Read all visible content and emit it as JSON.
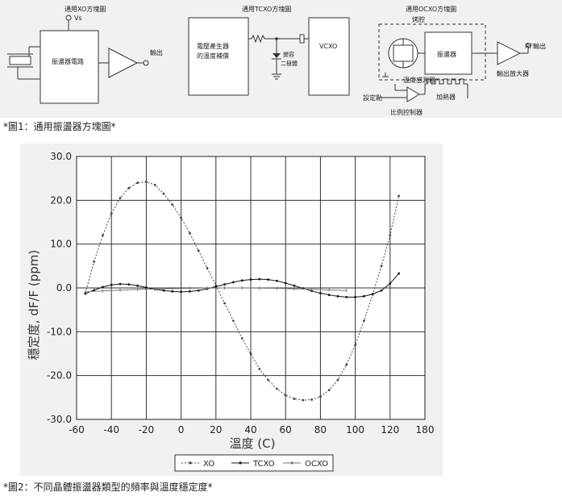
{
  "figure1": {
    "caption": "*圖1：通用振盪器方塊圖*",
    "xo": {
      "title": "通用XO方塊圖",
      "vs": "Vs",
      "oscillator": "振盪器電路",
      "output": "輸出"
    },
    "tcxo": {
      "title": "通用TCXO方塊圖",
      "generator_line1": "電壓產生器",
      "generator_line2": "的溫度補償",
      "varactor_line1": "變容",
      "varactor_line2": "二極體",
      "vcxo": "VCXO"
    },
    "ocxo": {
      "title": "通用OCXO方塊圖",
      "oven": "烤腔",
      "oscillator": "振盪器",
      "rf_output": "RF輸出",
      "output_amp": "輸出放大器",
      "temp_sensor": "溫度感測器",
      "heater": "加熱器",
      "setpoint": "設定點",
      "controller": "比例控制器"
    }
  },
  "figure2": {
    "caption": "*圖2：不同晶體振盪器類型的頻率與溫度穩定度*"
  },
  "chart_data": {
    "type": "line",
    "title": "",
    "xlabel": "溫度 (C)",
    "ylabel": "穩定度, dF/F (ppm)",
    "xlim": [
      -60,
      180
    ],
    "ylim": [
      -30,
      30
    ],
    "xticks": [
      "-60",
      "-40",
      "-20",
      "0",
      "20",
      "40",
      "60",
      "80",
      "100",
      "120",
      "180"
    ],
    "yticks": [
      "30.0",
      "20.0",
      "10.0",
      "0.0",
      "-10.0",
      "-20.0",
      "-30.0"
    ],
    "grid": true,
    "legend_position": "bottom",
    "series": [
      {
        "name": "XO",
        "color": "#444444",
        "x": [
          -55,
          -50,
          -45,
          -40,
          -35,
          -30,
          -25,
          -20,
          -15,
          -10,
          -5,
          0,
          5,
          10,
          15,
          20,
          25,
          30,
          35,
          40,
          45,
          50,
          55,
          60,
          65,
          70,
          75,
          80,
          85,
          90,
          95,
          100,
          105,
          110,
          115,
          120,
          125
        ],
        "y": [
          -1.2,
          6,
          12,
          17,
          20.5,
          22.8,
          24,
          24.2,
          23.5,
          21.5,
          19,
          16,
          12.5,
          8.5,
          4.5,
          0.5,
          -3.5,
          -7.5,
          -11.5,
          -15,
          -18.5,
          -21,
          -23,
          -24.5,
          -25.3,
          -25.6,
          -25.5,
          -24.8,
          -23.3,
          -21,
          -17.5,
          -13,
          -7.5,
          -1.5,
          5,
          12,
          21
        ]
      },
      {
        "name": "TCXO",
        "color": "#111111",
        "x": [
          -55,
          -50,
          -45,
          -40,
          -35,
          -30,
          -25,
          -20,
          -15,
          -10,
          -5,
          0,
          5,
          10,
          15,
          20,
          25,
          30,
          35,
          40,
          45,
          50,
          55,
          60,
          65,
          70,
          75,
          80,
          85,
          90,
          95,
          100,
          105,
          110,
          115,
          120,
          125
        ],
        "y": [
          -1.3,
          -0.5,
          0.2,
          0.7,
          0.9,
          0.8,
          0.5,
          0.1,
          -0.3,
          -0.6,
          -0.8,
          -0.9,
          -0.8,
          -0.6,
          -0.2,
          0.3,
          0.8,
          1.3,
          1.7,
          1.9,
          2.0,
          1.9,
          1.6,
          1.1,
          0.5,
          -0.1,
          -0.7,
          -1.2,
          -1.6,
          -1.9,
          -2.1,
          -2.1,
          -1.9,
          -1.4,
          -0.6,
          1.0,
          3.3
        ]
      },
      {
        "name": "OCXO",
        "color": "#777777",
        "x": [
          -55,
          -45,
          -35,
          -25,
          -15,
          -5,
          5,
          15,
          25,
          35,
          45,
          55,
          65,
          75,
          85,
          95
        ],
        "y": [
          -0.9,
          -0.7,
          -0.5,
          -0.35,
          -0.25,
          -0.15,
          -0.1,
          -0.05,
          0,
          0,
          -0.05,
          -0.1,
          -0.2,
          -0.3,
          -0.45,
          -0.6
        ]
      }
    ]
  }
}
